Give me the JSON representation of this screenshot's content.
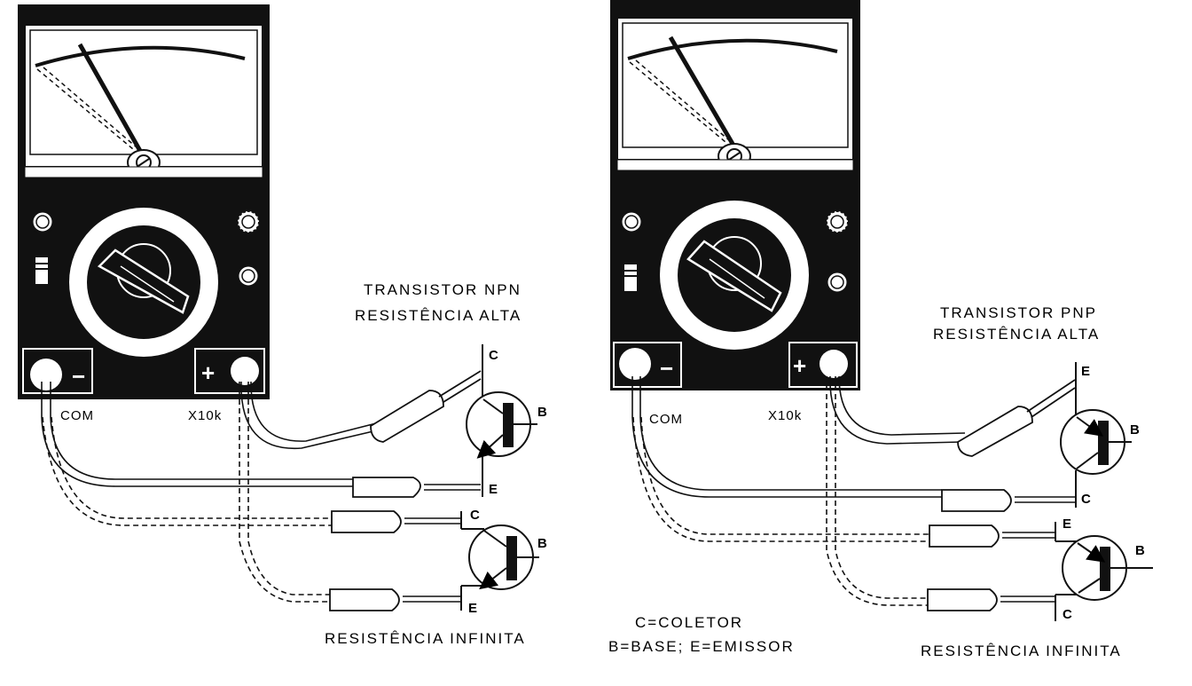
{
  "left": {
    "port_com": "COM",
    "port_range": "X10k",
    "label_top_line1": "TRANSISTOR NPN",
    "label_top_line2": "RESISTÊNCIA ALTA",
    "label_bottom": "RESISTÊNCIA INFINITA",
    "minus": "−",
    "plus": "+",
    "upper_pins": {
      "c": "C",
      "b": "B",
      "e": "E"
    },
    "lower_pins": {
      "c": "C",
      "b": "B",
      "e": "E"
    }
  },
  "right": {
    "port_com": "COM",
    "port_range": "X10k",
    "label_top_line1": "TRANSISTOR PNP",
    "label_top_line2": "RESISTÊNCIA ALTA",
    "label_bottom": "RESISTÊNCIA INFINITA",
    "minus": "−",
    "plus": "+",
    "upper_pins": {
      "e": "E",
      "b": "B",
      "c": "C"
    },
    "lower_pins": {
      "e": "E",
      "b": "B",
      "c": "C"
    }
  },
  "legend": {
    "line1": "C=COLETOR",
    "line2": "B=BASE; E=EMISSOR"
  }
}
